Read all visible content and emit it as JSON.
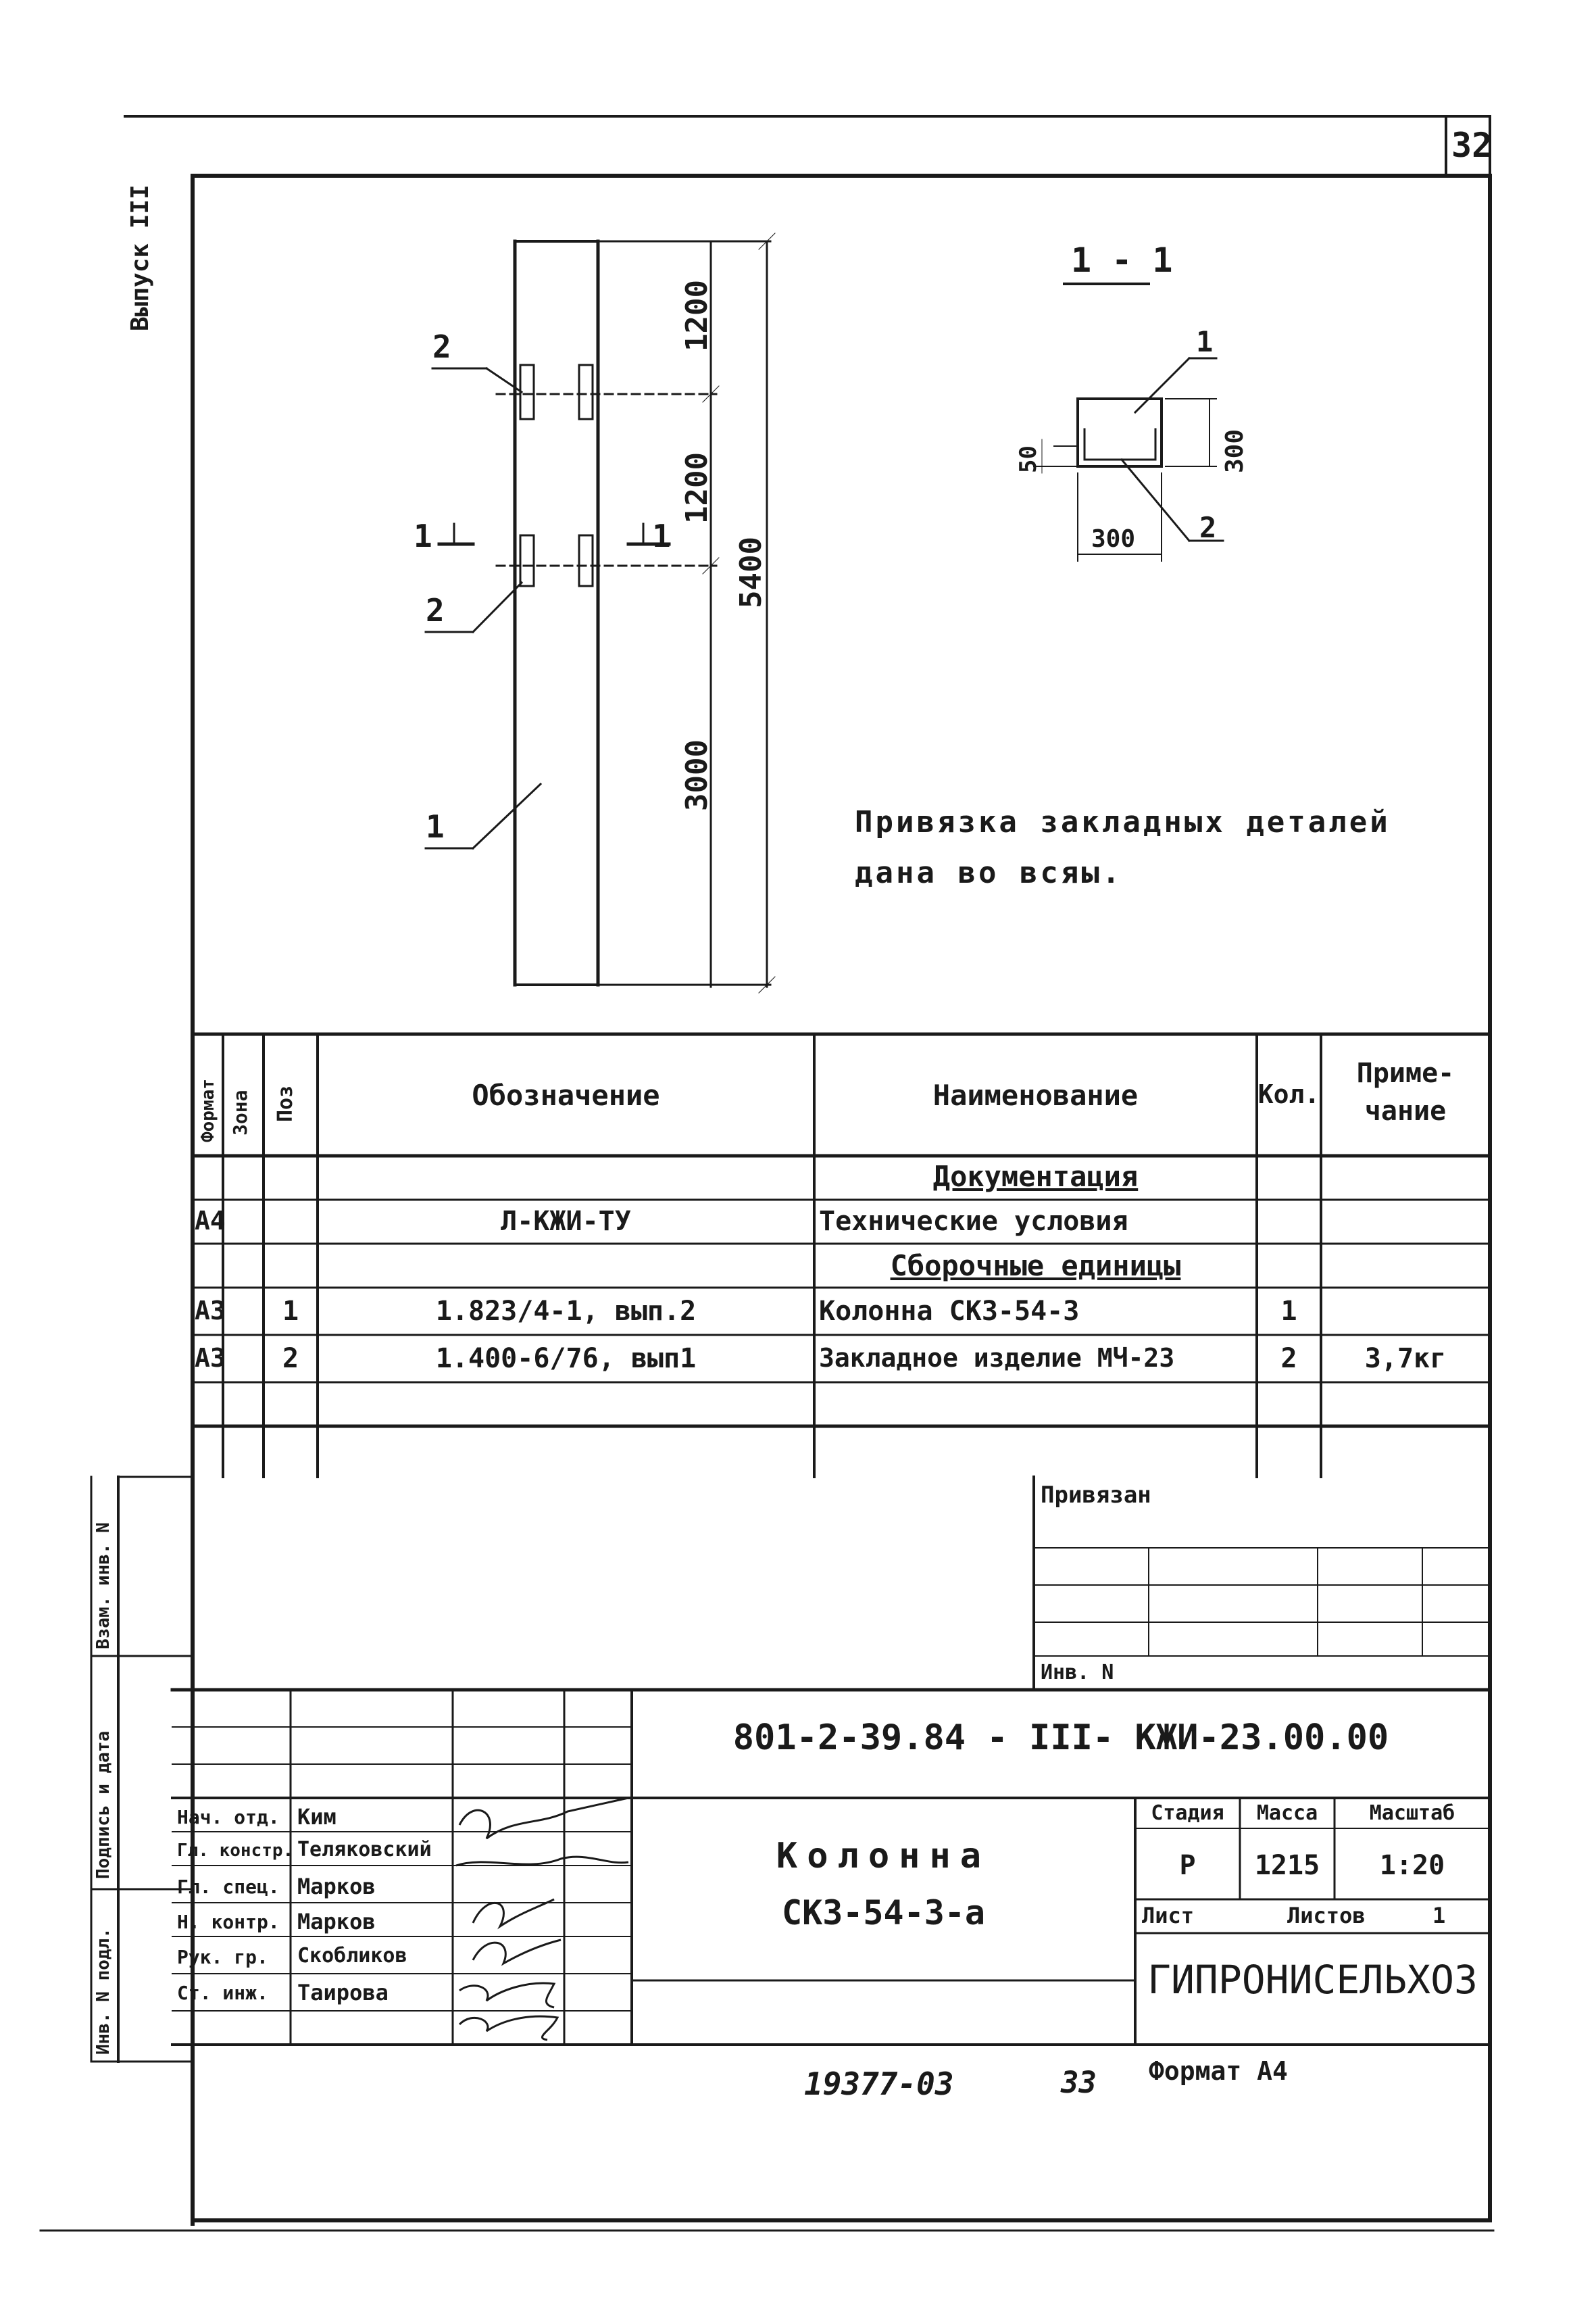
{
  "sheet": {
    "page_number": "32",
    "side_stamp": "Выпуск III"
  },
  "drawing": {
    "section_label": "1 - 1",
    "callouts": {
      "pos1_elev": "1",
      "pos2_top": "2",
      "pos2_mid": "2",
      "pos1_low": "1",
      "sect_left": "1",
      "sect_right": "1",
      "sect_pos1": "1",
      "sect_pos2": "2"
    },
    "dims": {
      "d1200a": "1200",
      "d1200b": "1200",
      "d3000": "3000",
      "d5400": "5400",
      "d50": "50",
      "d300h": "300",
      "d300w": "300"
    },
    "note_line1": "Привязка закладных деталей",
    "note_line2": "дана во всяы."
  },
  "spec": {
    "headers": {
      "format": "Формат",
      "zone": "Зона",
      "pos": "Поз",
      "designation": "Обозначение",
      "name": "Наименование",
      "qty": "Кол.",
      "note": "Приме-\nчание"
    },
    "rows": [
      {
        "format": "",
        "pos": "",
        "designation": "",
        "name": "Документация",
        "qty": "",
        "note": ""
      },
      {
        "format": "А4",
        "pos": "",
        "designation": "Л-КЖИ-ТУ",
        "name": "Технические условия",
        "qty": "",
        "note": ""
      },
      {
        "format": "",
        "pos": "",
        "designation": "",
        "name": "Сборочные единицы",
        "qty": "",
        "note": ""
      },
      {
        "format": "А3",
        "pos": "1",
        "designation": "1.823/4-1, вып.2",
        "name": "Колонна СКЗ-54-3",
        "qty": "1",
        "note": ""
      },
      {
        "format": "А3",
        "pos": "2",
        "designation": "1.400-6/76, вып1",
        "name": "Закладное изделие МЧ-23",
        "qty": "2",
        "note": "3,7кг"
      }
    ]
  },
  "stamp": {
    "privyazan": "Привязан",
    "inv_no": "Инв. N",
    "code": "801-2-39.84 - III- КЖИ-23.00.00",
    "title_line1": "Колонна",
    "title_line2": "СКЗ-54-3-а",
    "stage_label": "Стадия",
    "mass_label": "Масса",
    "scale_label": "Масштаб",
    "stage": "Р",
    "mass": "1215",
    "scale": "1:20",
    "sheet_label": "Лист",
    "sheets_label": "Листов",
    "sheets": "1",
    "org": "ГИПРОНИСЕЛЬХОЗ",
    "people": [
      {
        "role": "Нач. отд.",
        "name": "Ким"
      },
      {
        "role": "Гл. констр.",
        "name": "Теляковский"
      },
      {
        "role": "Гл. спец.",
        "name": "Марков"
      },
      {
        "role": "Н. контр.",
        "name": "Марков"
      },
      {
        "role": "Рук. гр.",
        "name": "Скобликов"
      },
      {
        "role": "Ст. инж.",
        "name": "Таирова"
      }
    ],
    "side_labels": {
      "a": "Взам. инв. N",
      "b": "Подпись и дата",
      "c": "Инв. N подл."
    }
  },
  "footer": {
    "number": "19377-03",
    "page": "33",
    "format": "Формат А4"
  }
}
